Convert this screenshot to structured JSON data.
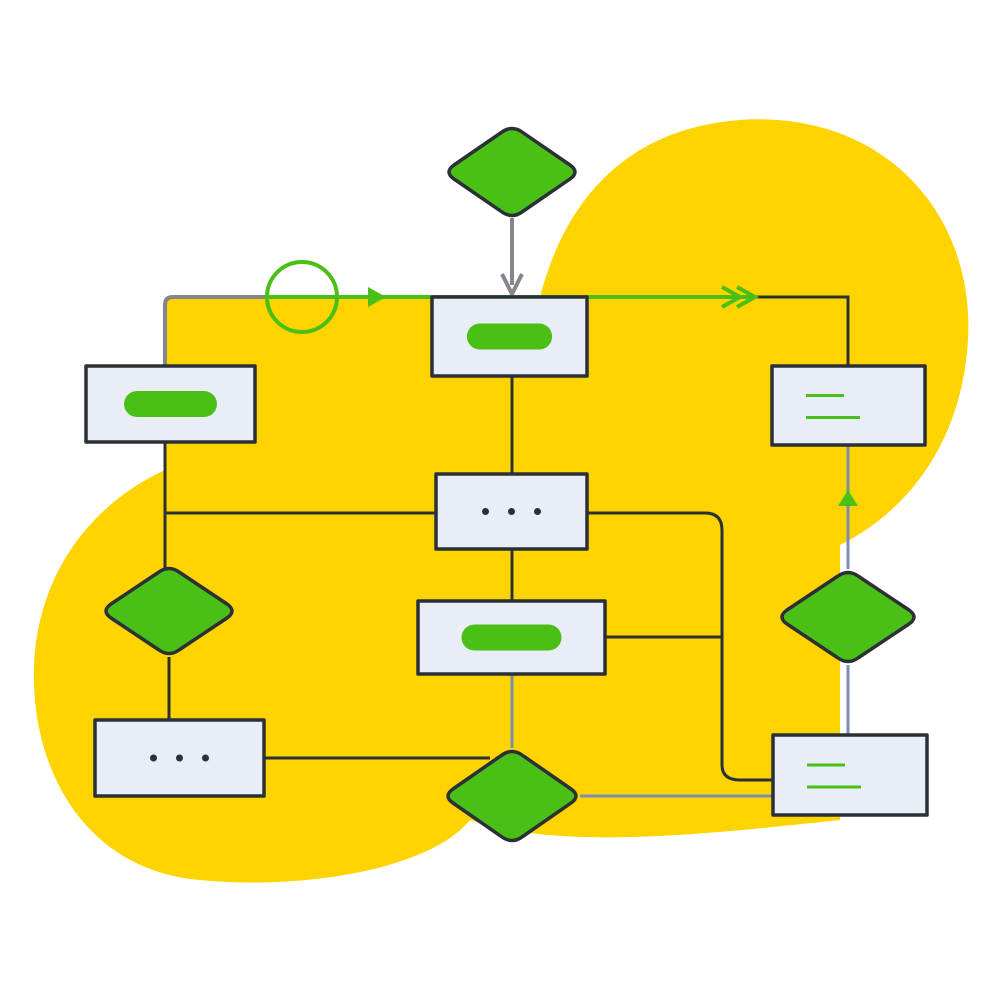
{
  "diagram": {
    "type": "flowchart-illustration",
    "nodes": [
      {
        "id": "top-decision",
        "shape": "diamond"
      },
      {
        "id": "top-process",
        "shape": "rectangle",
        "content": "pill"
      },
      {
        "id": "left-process",
        "shape": "rectangle",
        "content": "pill"
      },
      {
        "id": "right-process",
        "shape": "rectangle",
        "content": "lines"
      },
      {
        "id": "middle-process",
        "shape": "rectangle",
        "content": "dots"
      },
      {
        "id": "left-decision",
        "shape": "diamond"
      },
      {
        "id": "middle-process-2",
        "shape": "rectangle",
        "content": "pill"
      },
      {
        "id": "right-decision",
        "shape": "diamond"
      },
      {
        "id": "bottom-left-process",
        "shape": "rectangle",
        "content": "dots"
      },
      {
        "id": "bottom-decision",
        "shape": "diamond"
      },
      {
        "id": "bottom-right-process",
        "shape": "rectangle",
        "content": "lines"
      }
    ]
  },
  "colors": {
    "background_blob": "#FDD400",
    "green": "#4ABF16",
    "stroke": "#2B2F36",
    "box_fill": "#E9EEF6",
    "gray_connector": "#85868C",
    "blue_connector": "#7C8DB5"
  }
}
